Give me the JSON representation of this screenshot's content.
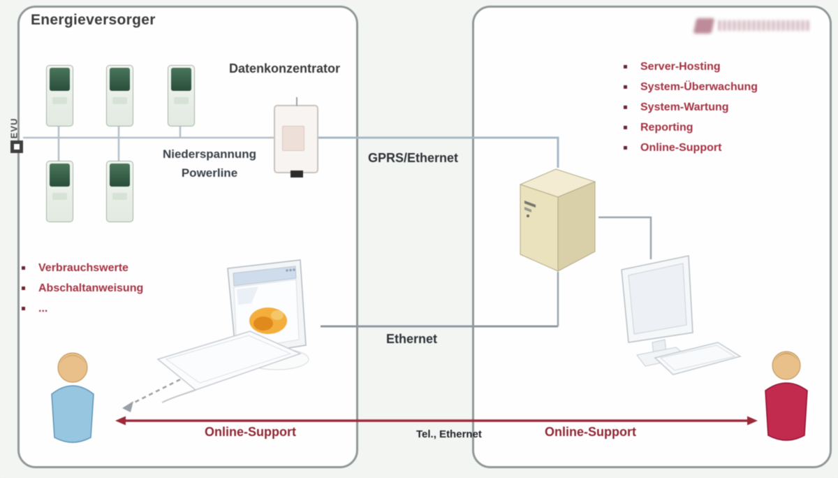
{
  "left_panel": {
    "title": "Energieversorger",
    "side_label": "EVU",
    "concentrator_label": "Datenkonzentrator",
    "bus_label": {
      "line1": "Niederspannung",
      "line2": "Powerline"
    },
    "bullets": [
      "Verbrauchswerte",
      "Abschaltanweisung",
      "..."
    ],
    "arrow_label": "Online-Support"
  },
  "links": {
    "gprs_label": "GPRS/Ethernet",
    "ethernet_label": "Ethernet",
    "wan_label": "Tel., Ethernet"
  },
  "right_panel": {
    "logo_alt": "company logo (illegible)",
    "bullets": [
      "Server-Hosting",
      "System-Überwachung",
      "System-Wartung",
      "Reporting",
      "Online-Support"
    ],
    "arrow_label": "Online-Support"
  },
  "colors": {
    "accent_red": "#9e2f3f",
    "line_blue": "#a6b7c6",
    "line_gray": "#8d98a1",
    "meter_green": "#2f523e",
    "server_beige": "#e9e0bd",
    "person_blue": "#96c6e0",
    "person_red": "#c22a4e",
    "panel_border": "#909898"
  }
}
